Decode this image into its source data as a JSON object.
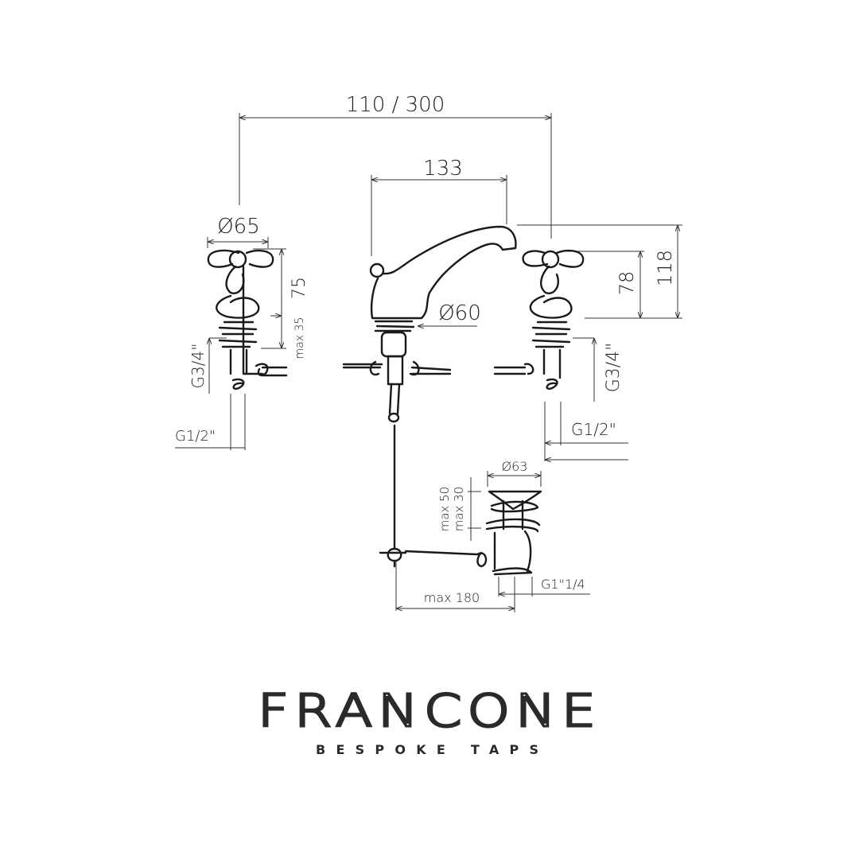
{
  "dimensions": {
    "total_width": "110 / 300",
    "spout_reach": "133",
    "handle_diameter": "Ø65",
    "handle_height": "75",
    "max_deck_left": "max 35",
    "thread_left": "G3/4\"",
    "inlet_left": "G1/2\"",
    "spout_base_diameter": "Ø60",
    "height_78": "78",
    "height_118": "118",
    "thread_right": "G3/4\"",
    "inlet_right": "G1/2\"",
    "waste_diameter": "Ø63",
    "waste_max_50": "max 50",
    "waste_max_30": "max 30",
    "waste_thread": "G1\"1/4",
    "rod_max": "max 180"
  },
  "brand": {
    "name": "FRANCONE",
    "tagline": "BESPOKE TAPS"
  },
  "colors": {
    "ink": "#1a1a1a",
    "background": "#ffffff"
  }
}
